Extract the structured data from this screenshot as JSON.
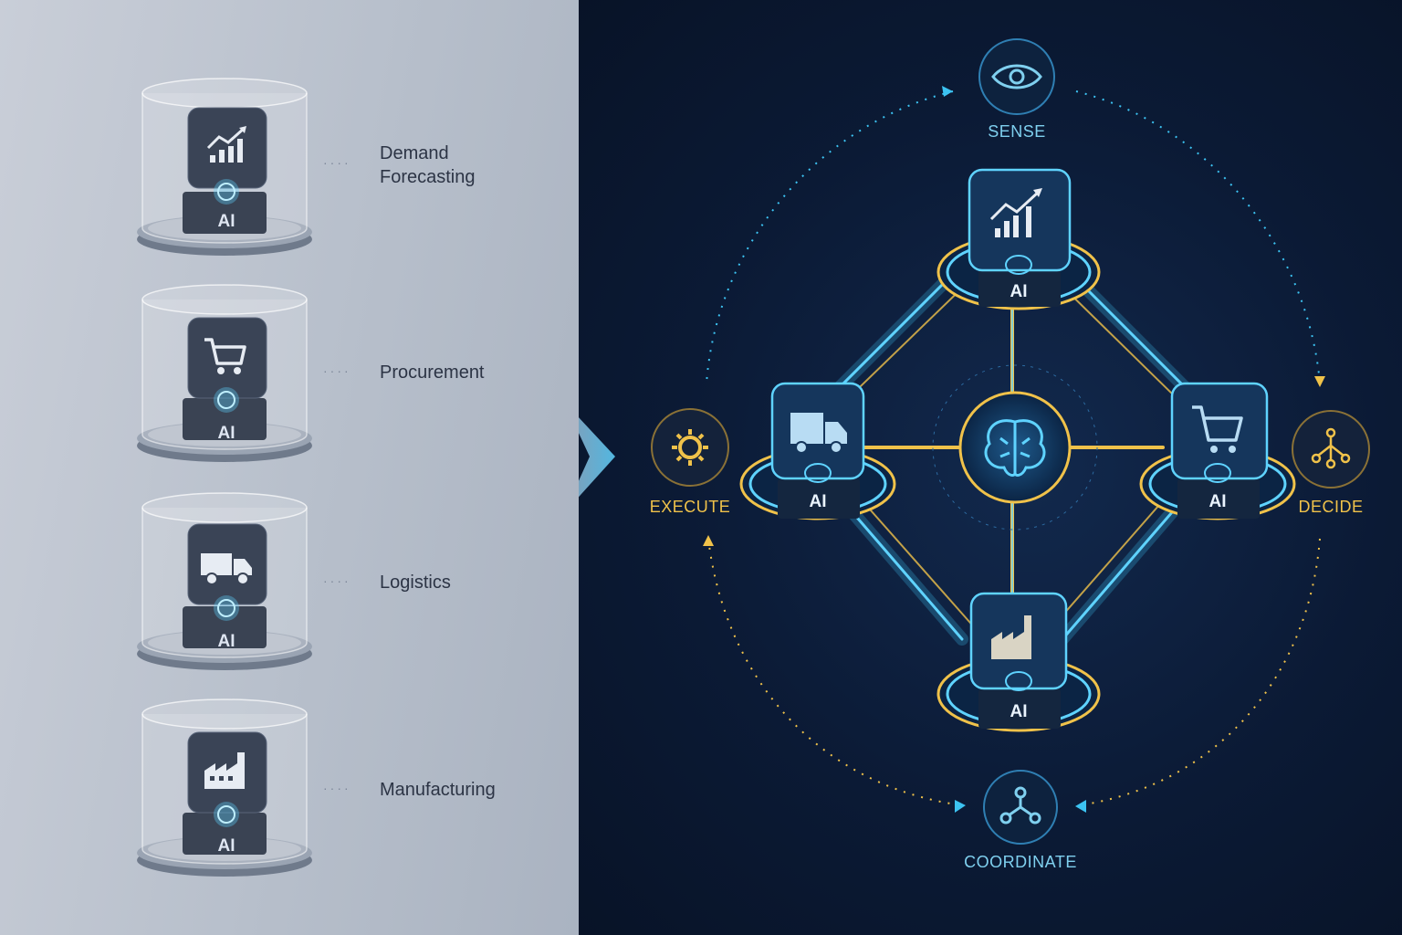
{
  "silos": [
    {
      "label": "Demand Forecasting",
      "badge": "AI",
      "icon": "growth-chart-icon"
    },
    {
      "label": "Procurement",
      "badge": "AI",
      "icon": "shopping-cart-icon"
    },
    {
      "label": "Logistics",
      "badge": "AI",
      "icon": "truck-icon"
    },
    {
      "label": "Manufacturing",
      "badge": "AI",
      "icon": "factory-icon"
    }
  ],
  "cycle": {
    "sense": "SENSE",
    "decide": "DECIDE",
    "coordinate": "COORDINATE",
    "execute": "EXECUTE"
  },
  "network_nodes": {
    "top": {
      "badge": "AI",
      "icon": "growth-chart-icon"
    },
    "right": {
      "badge": "AI",
      "icon": "shopping-cart-icon"
    },
    "bottom": {
      "badge": "AI",
      "icon": "factory-icon"
    },
    "left": {
      "badge": "AI",
      "icon": "truck-icon"
    },
    "center": {
      "icon": "brain-icon"
    }
  },
  "colors": {
    "left_bg": "#b7bfcb",
    "right_bg": "#0b1a35",
    "accent_blue": "#3cc3f2",
    "accent_gold": "#f0c24a"
  }
}
